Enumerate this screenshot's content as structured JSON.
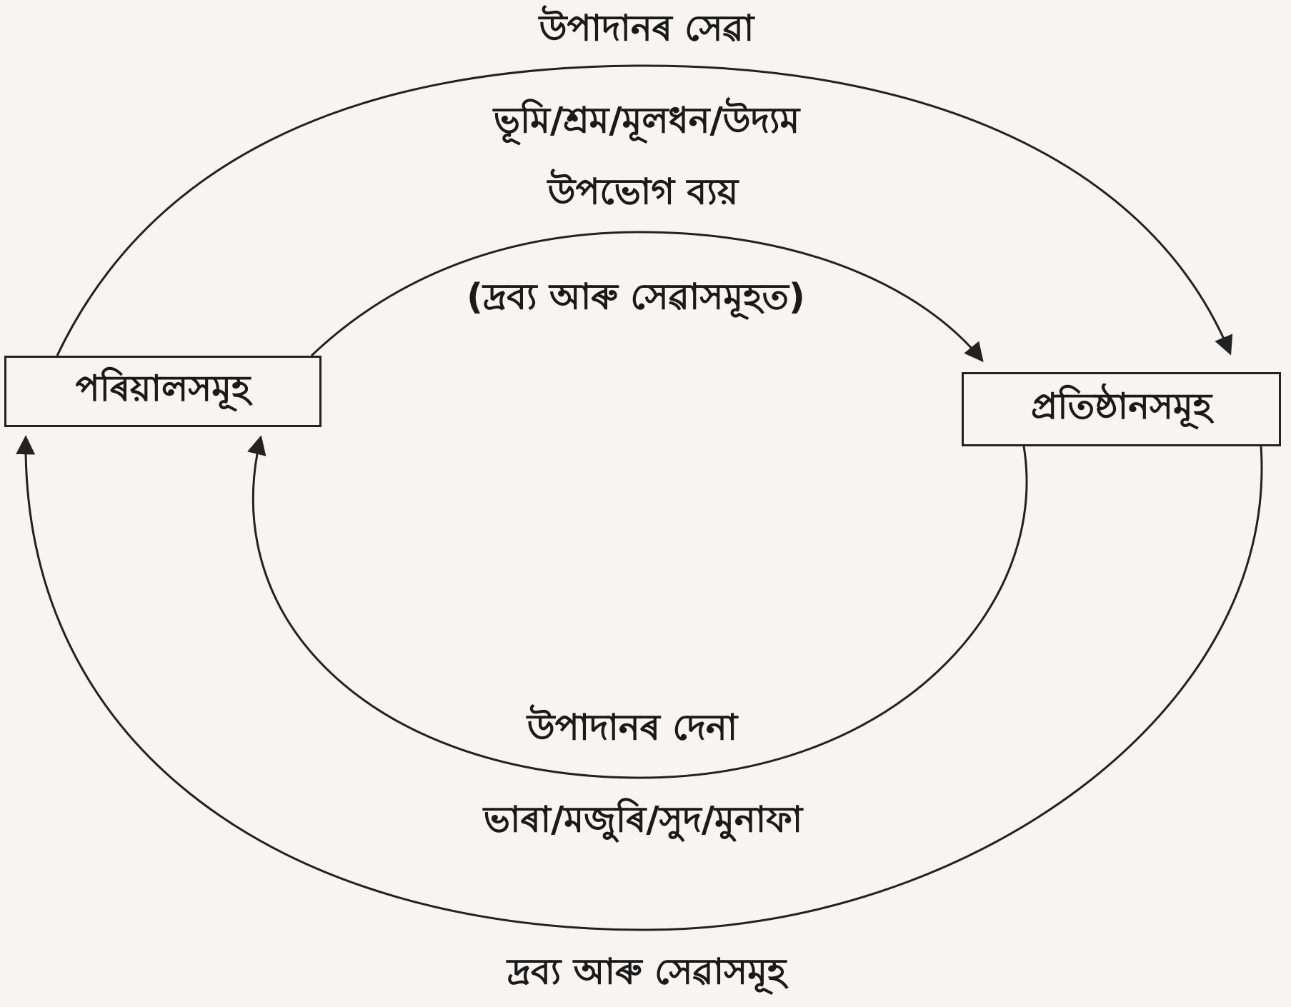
{
  "diagram": {
    "title": "Circular flow of income",
    "nodes": {
      "households": "পৰিয়ালসমূহ",
      "firms": "প্ৰতিষ্ঠানসমূহ"
    },
    "labels": {
      "factor_services": "উপাদানৰ সেৱা",
      "factors": "ভূমি/শ্ৰম/মূলধন/উদ্যম",
      "consumption_expenditure": "উপভোগ ব্যয়",
      "on_goods_services": "(দ্ৰব্য আৰু সেৱাসমূহত)",
      "factor_payments": "উপাদানৰ দেনা",
      "payments": "ভাৰা/মজুৰি/সুদ/মুনাফা",
      "goods_services": "দ্ৰব্য আৰু সেৱাসমূহ"
    },
    "colors": {
      "line": "#222222",
      "background": "#f7f5f4"
    }
  }
}
